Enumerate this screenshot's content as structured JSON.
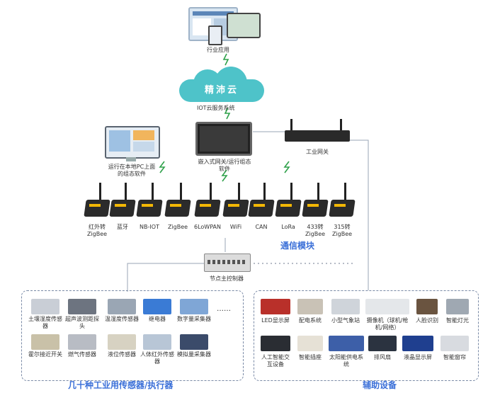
{
  "top": {
    "app_label": "行业应用",
    "cloud_text": "精沛云",
    "cloud_caption": "IOT云服务系统"
  },
  "middle": {
    "pc_label": "运行在本地PC上面的组态软件",
    "gateway_label": "嵌入式网关/运行组态软件",
    "industrial_gateway_label": "工业网关"
  },
  "modules": {
    "title": "通信模块",
    "items": [
      "红外转ZigBee",
      "蓝牙",
      "NB-IOT",
      "ZigBee",
      "6LoWPAN",
      "WiFi",
      "CAN",
      "LoRa",
      "433转ZigBee",
      "315转ZigBee"
    ]
  },
  "controller": {
    "label": "节点主控制器"
  },
  "sensors": {
    "title": "几十种工业用传感器/执行器",
    "items": [
      "土壤湿度传感器",
      "超声波测距探头",
      "温湿度传感器",
      "继电器",
      "数字量采集器",
      "霍尔接近开关",
      "燃气传感器",
      "液位传感器",
      "人体红外传感器",
      "模拟量采集器"
    ],
    "ellipsis": "……"
  },
  "aux": {
    "title": "辅助设备",
    "items": [
      "LED显示屏",
      "配电系统",
      "小型气象站",
      "摄像机（球机/枪机/网络）",
      "人脸识别",
      "智能灯光",
      "人工智能交互设备",
      "智能插座",
      "太阳能供电系统",
      "排风扇",
      "液晶显示屏",
      "智能窗帘"
    ]
  },
  "colors": {
    "cloud": "#4ec3c9",
    "accent": "#3a6fd8",
    "lightning": "#2fa14a"
  }
}
